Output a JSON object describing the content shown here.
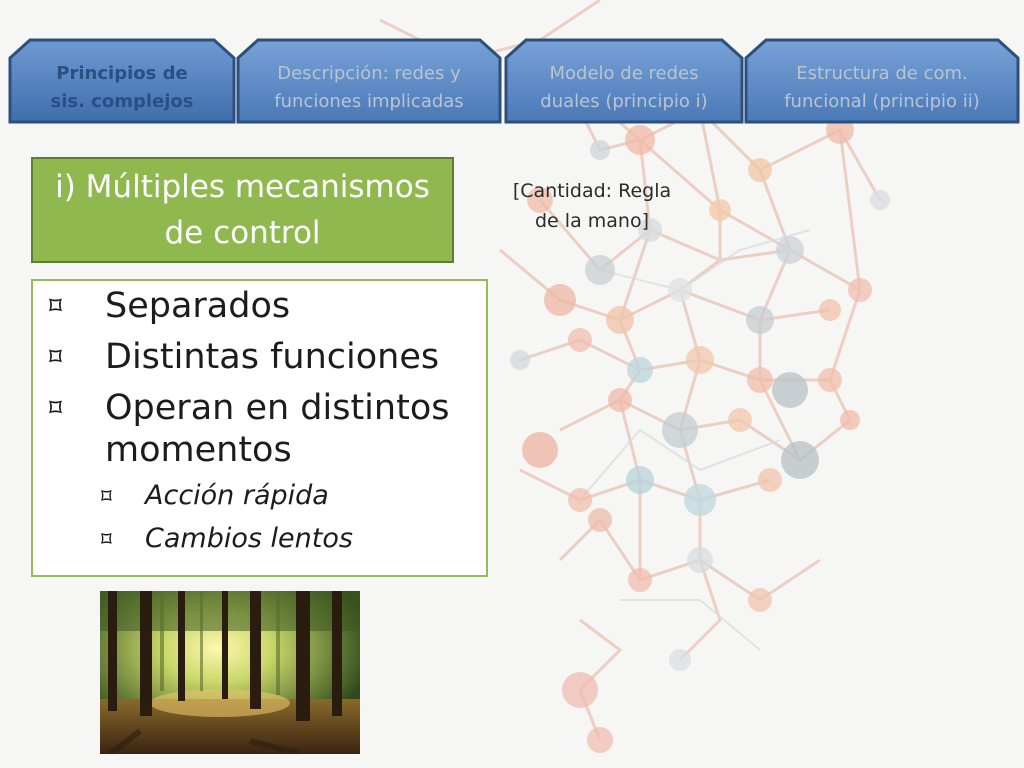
{
  "nav": {
    "tabs": [
      {
        "label": "Principios de\nsis. complejos",
        "state": "active"
      },
      {
        "label": "Descripción: redes y\nfunciones implicadas",
        "state": "inactive"
      },
      {
        "label": "Modelo de redes\nduales (principio i)",
        "state": "inactive"
      },
      {
        "label": "Estructura de com.\nfuncional (principio ii)",
        "state": "inactive"
      }
    ]
  },
  "title": "i) Múltiples mecanismos\nde control",
  "note": "[Cantidad: Regla\nde la mano]",
  "bullets": {
    "mark": "⌑",
    "items": [
      {
        "text": "Separados",
        "level": 1
      },
      {
        "text": "Distintas funciones",
        "level": 1
      },
      {
        "text": "Operan en distintos\nmomentos",
        "level": 1
      },
      {
        "text": "Acción rápida",
        "level": 2
      },
      {
        "text": "Cambios lentos",
        "level": 2
      }
    ]
  },
  "image": {
    "subject": "forest-sunlight-photo"
  },
  "colors": {
    "tab_active_fill": "#4f7fc0",
    "tab_inactive_fill": "#5a88c8",
    "tab_border": "#2d4f7c",
    "title_fill": "#8fb94e",
    "content_border": "#93bd55"
  }
}
